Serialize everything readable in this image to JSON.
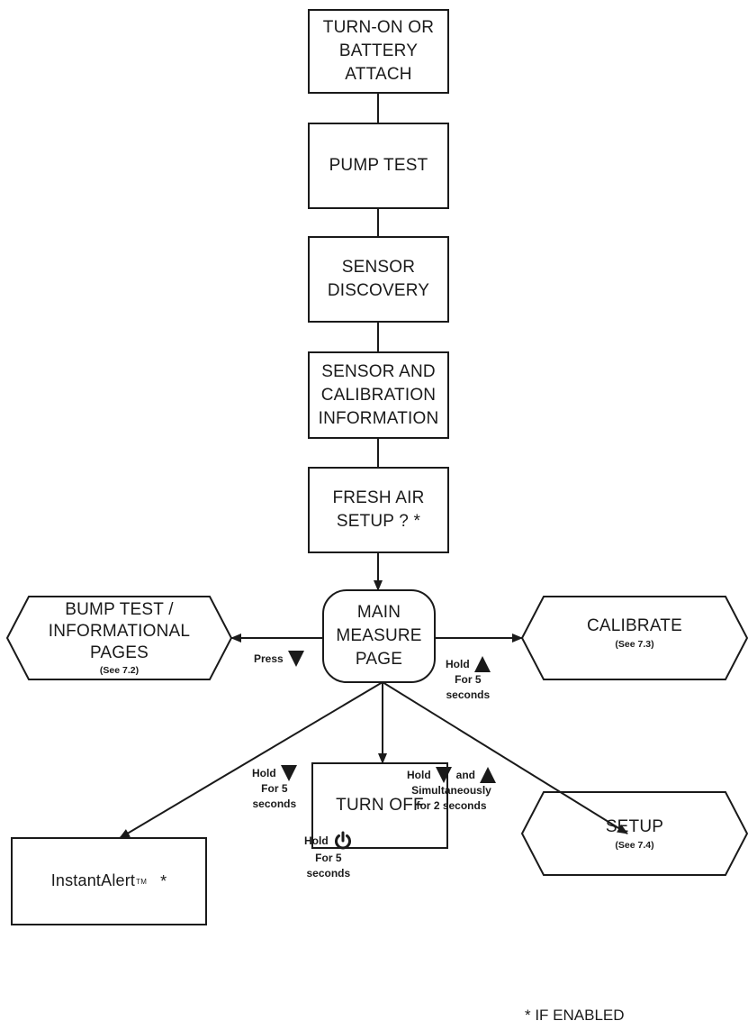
{
  "steps": {
    "turn_on": [
      "TURN-ON OR",
      "BATTERY",
      "ATTACH"
    ],
    "pump_test": "PUMP TEST",
    "sensor_discovery": [
      "SENSOR",
      "DISCOVERY"
    ],
    "sensor_calibration": [
      "SENSOR AND",
      "CALIBRATION",
      "INFORMATION"
    ],
    "fresh_air": [
      "FRESH AIR",
      "SETUP ? *"
    ],
    "main_measure": [
      "MAIN",
      "MEASURE",
      "PAGE"
    ]
  },
  "branches": {
    "bump_test": {
      "lines": [
        "BUMP TEST /",
        "INFORMATIONAL",
        "PAGES"
      ],
      "ref": "(See 7.2)"
    },
    "calibrate": {
      "label": "CALIBRATE",
      "ref": "(See 7.3)"
    },
    "setup": {
      "label": "SETUP",
      "ref": "(See 7.4)"
    },
    "instant_alert": {
      "label": "InstantAlert",
      "tm": "TM",
      "suffix": "*"
    },
    "turn_off": "TURN OFF"
  },
  "actions": {
    "press_down": {
      "text": "Press",
      "icon": "down-triangle-icon"
    },
    "hold_up": {
      "hold": "Hold",
      "icon": "up-triangle-icon",
      "for": "For 5",
      "unit": "seconds"
    },
    "hold_down": {
      "hold": "Hold",
      "icon": "down-triangle-icon",
      "for": "For 5",
      "unit": "seconds"
    },
    "hold_power": {
      "hold": "Hold",
      "icon": "power-icon",
      "for": "For 5",
      "unit": "seconds"
    },
    "hold_both": {
      "hold": "Hold",
      "and": "and",
      "line2": "Simultaneously",
      "line3": "for 2 seconds"
    }
  },
  "footnote": "* IF ENABLED",
  "colors": {
    "ink": "#1a1a1a",
    "background": "#ffffff"
  }
}
